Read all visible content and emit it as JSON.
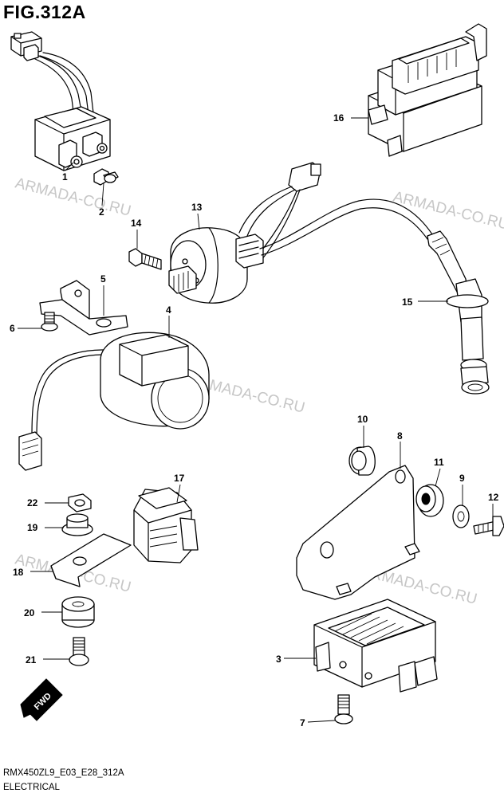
{
  "figure": {
    "title": "FIG.312A",
    "model_code": "RMX450ZL9_E03_E28_312A",
    "caption": "ELECTRICAL"
  },
  "watermark": "ARMADA-CO.RU",
  "direction_badge": "FWD",
  "callouts": [
    "1",
    "2",
    "3",
    "4",
    "5",
    "6",
    "7",
    "8",
    "9",
    "10",
    "11",
    "12",
    "13",
    "14",
    "15",
    "16",
    "17",
    "18",
    "19",
    "20",
    "21",
    "22"
  ]
}
